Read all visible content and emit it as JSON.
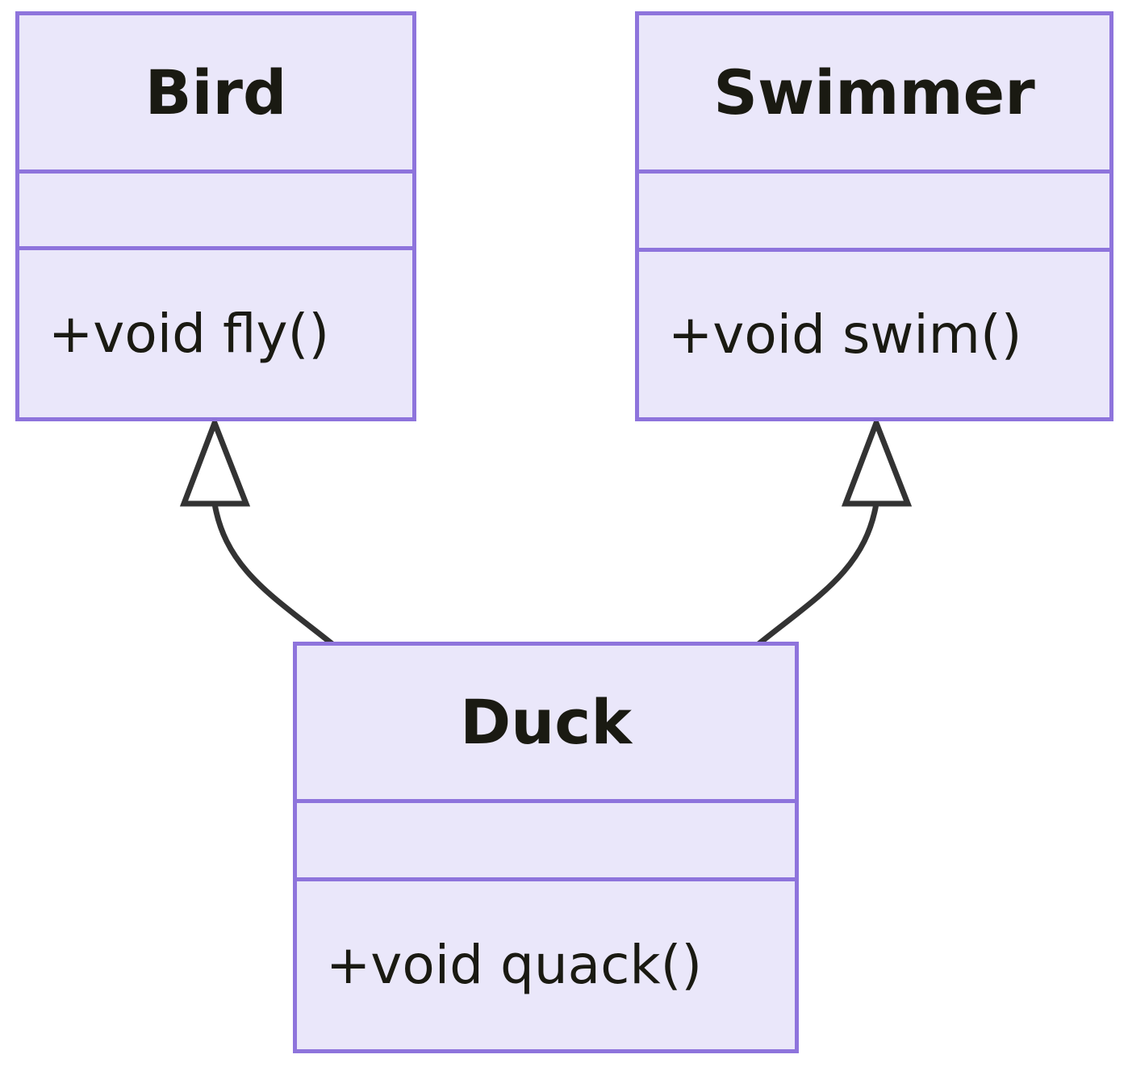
{
  "diagram": {
    "type": "uml-class-diagram",
    "title": "",
    "colors": {
      "class_fill": "#eae7fa",
      "class_border": "#8e74dc",
      "text": "#1a1a12",
      "edge_stroke": "#333333",
      "background": "#ffffff"
    },
    "classes": [
      {
        "id": "bird",
        "name": "Bird",
        "attributes": [],
        "methods": [
          "+void fly()"
        ]
      },
      {
        "id": "swimmer",
        "name": "Swimmer",
        "attributes": [],
        "methods": [
          "+void swim()"
        ]
      },
      {
        "id": "duck",
        "name": "Duck",
        "attributes": [],
        "methods": [
          "+void quack()"
        ]
      }
    ],
    "relationships": [
      {
        "id": "duck-bird",
        "type": "generalization",
        "arrow": "hollow-triangle",
        "from": "Duck",
        "to": "Bird",
        "label": ""
      },
      {
        "id": "duck-swimmer",
        "type": "generalization",
        "arrow": "hollow-triangle",
        "from": "Duck",
        "to": "Swimmer",
        "label": ""
      }
    ]
  }
}
